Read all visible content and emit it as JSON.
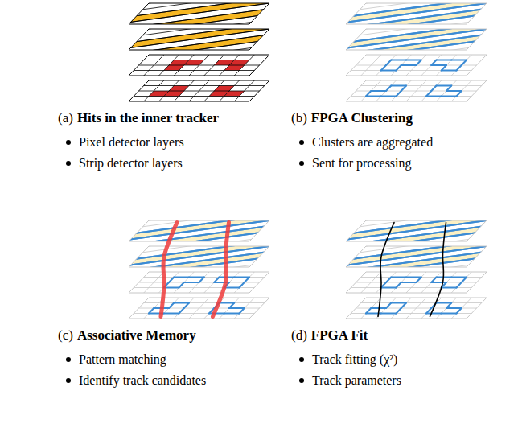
{
  "diagram": {
    "labels": [
      "(a)",
      "Hits in the inner tracker",
      "Pixel detector layers",
      "Strip detector layers",
      "(b)",
      "FPGA Clustering",
      "Clusters are aggregated",
      "Sent for processing",
      "(c)",
      "Associative Memory",
      "Pattern matching",
      "Identify track candidates",
      "(d)",
      "FPGA Fit",
      "Track fitting (χ²)",
      "Track parameters"
    ]
  }
}
